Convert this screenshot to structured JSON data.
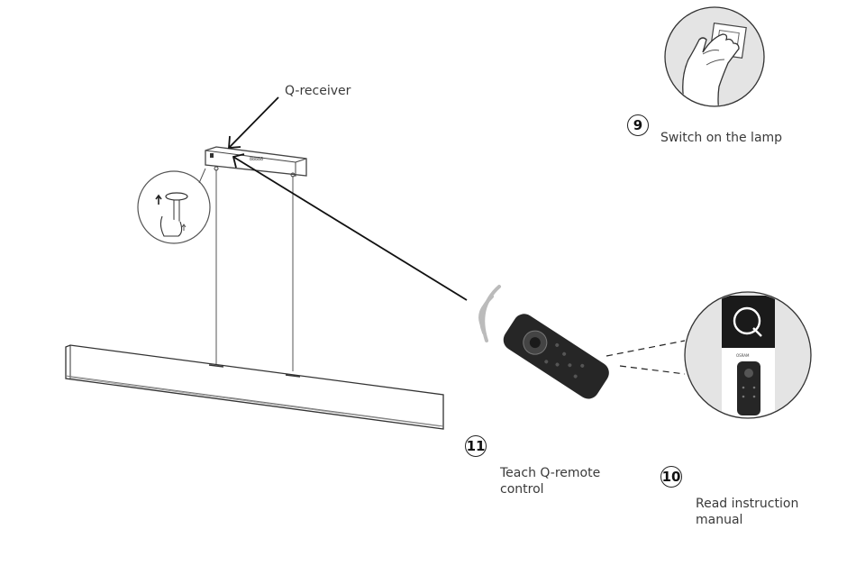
{
  "labels": {
    "q_receiver": "Q-receiver",
    "switch_on": "Switch on the lamp",
    "teach_line1": "Teach Q-remote",
    "teach_line2": "control",
    "read_line1": "Read instruction",
    "read_line2": "manual"
  },
  "steps": {
    "switch": "9",
    "read": "10",
    "teach": "11"
  },
  "receiver_display": "88888",
  "manual_logo": "Q",
  "manual_brand": "OSRAM",
  "icons": [
    "hand-switch-icon",
    "install-detail-icon",
    "remote-signal-icon",
    "remote-control-icon",
    "manual-booklet-icon"
  ]
}
